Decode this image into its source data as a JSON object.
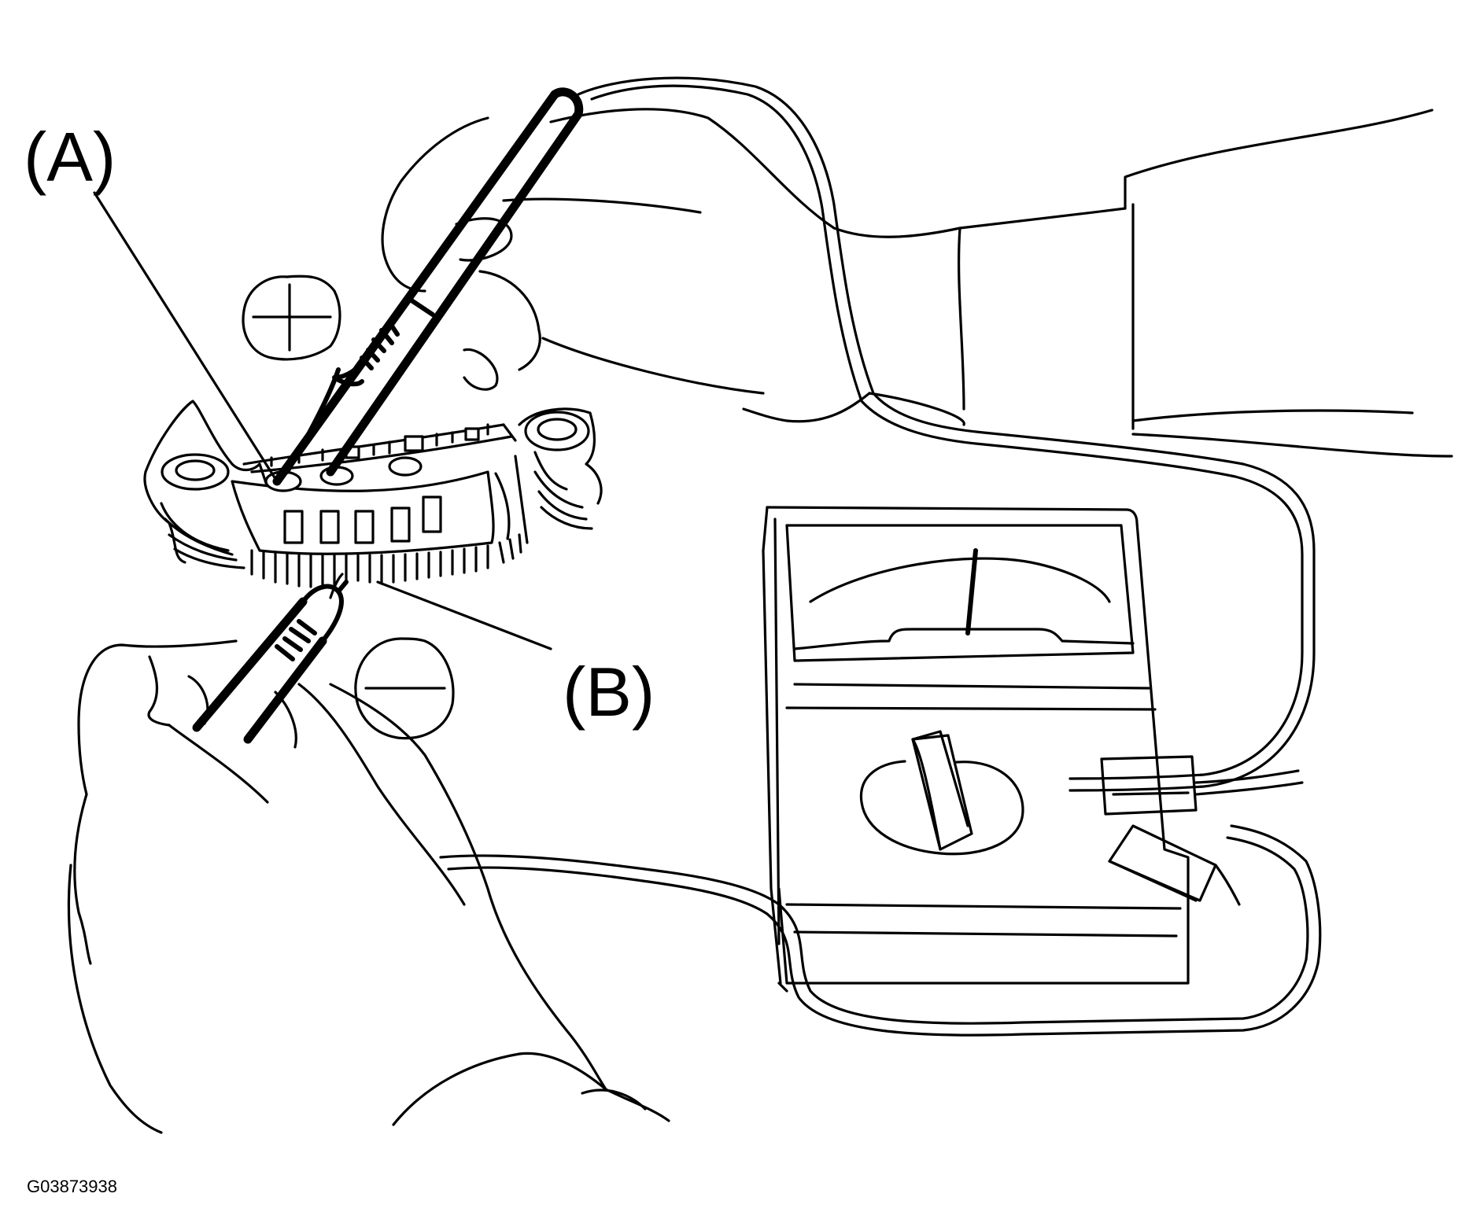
{
  "callouts": {
    "a": "(A)",
    "b": "(B)"
  },
  "figure_code": "G03873938",
  "icons": {
    "positive": "plus-sign-icon",
    "negative": "minus-sign-icon"
  },
  "colors": {
    "line": "#000000",
    "background": "#ffffff"
  }
}
